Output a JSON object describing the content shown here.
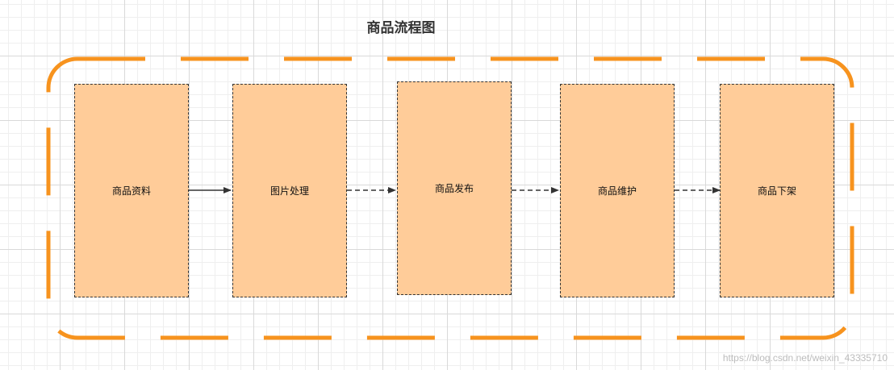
{
  "title": "商品流程图",
  "steps": [
    {
      "label": "商品资料"
    },
    {
      "label": "图片处理"
    },
    {
      "label": "商品发布"
    },
    {
      "label": "商品维护"
    },
    {
      "label": "商品下架"
    }
  ],
  "connectors": [
    {
      "from": "商品资料",
      "to": "图片处理",
      "style": "solid"
    },
    {
      "from": "图片处理",
      "to": "商品发布",
      "style": "dashed"
    },
    {
      "from": "商品发布",
      "to": "商品维护",
      "style": "dashed"
    },
    {
      "from": "商品维护",
      "to": "商品下架",
      "style": "dashed"
    }
  ],
  "watermark": "https://blog.csdn.net/weixin_43335710",
  "colors": {
    "box_fill": "#ffcc99",
    "box_border": "#333333",
    "container_border": "#f7931e",
    "arrow": "#333333"
  }
}
